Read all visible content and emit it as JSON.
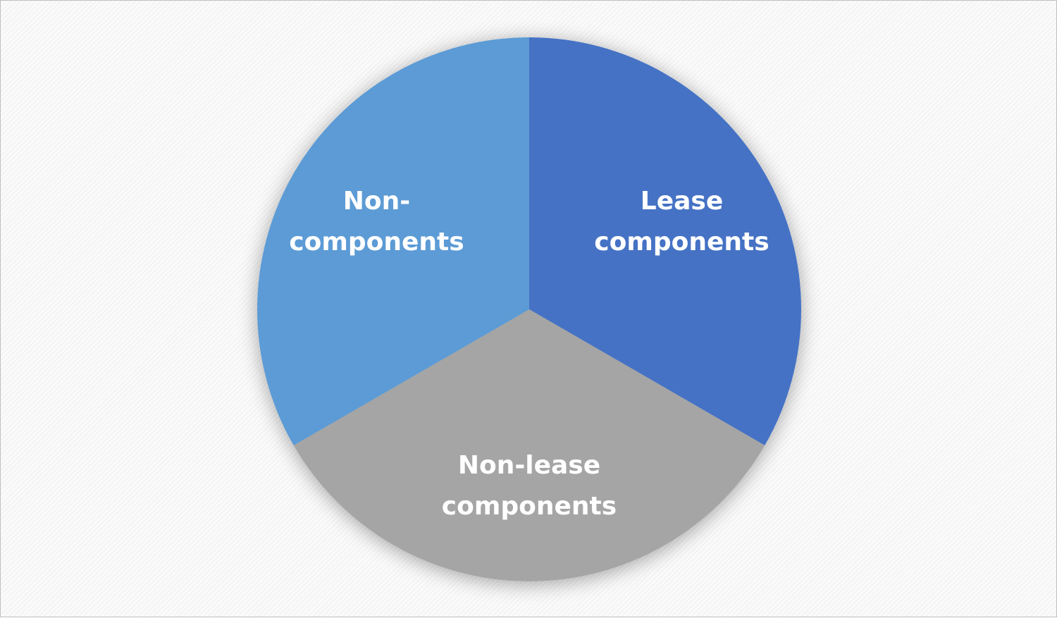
{
  "chart_data": {
    "type": "pie",
    "title": "",
    "categories": [
      "Lease components",
      "Non-lease components",
      "Non-components"
    ],
    "values": [
      1,
      1,
      1
    ],
    "label_lines": [
      [
        "Lease",
        "components"
      ],
      [
        "Non-lease",
        "components"
      ],
      [
        "Non-",
        "components"
      ]
    ],
    "colors": [
      "#4472C4",
      "#A5A5A5",
      "#5B9BD5"
    ],
    "start_angle_deg": 0,
    "direction": "clockwise",
    "legend": "none"
  }
}
